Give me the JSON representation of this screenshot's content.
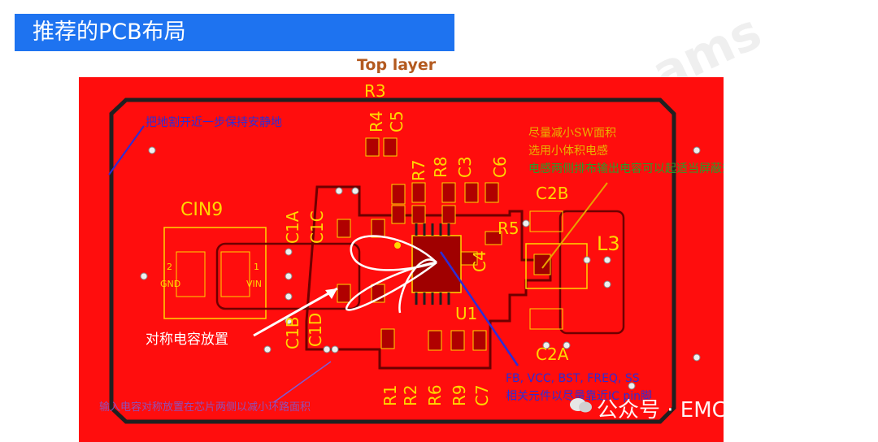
{
  "header": {
    "title": "推荐的PCB布局"
  },
  "layer_label": "Top layer",
  "background_watermark": "ams",
  "watermark": {
    "text": "公众号 · EMC容冠电磁"
  },
  "colors": {
    "board": "#ff0d0d",
    "banner": "#1e73f0",
    "silk": "#ffd700",
    "outline": "#202020",
    "annotation_blue": "#2d2dd6",
    "annotation_green": "#2a9d2a"
  },
  "components": {
    "CIN9": "CIN9",
    "C1A": "C1A",
    "C1C": "C1C",
    "C1B": "C1B",
    "C1D": "C1D",
    "R3": "R3",
    "R4": "R4",
    "C5": "C5",
    "R7": "R7",
    "R8": "R8",
    "C3": "C3",
    "C6": "C6",
    "R5": "R5",
    "C2B": "C2B",
    "C2A": "C2A",
    "L3": "L3",
    "C4": "C4",
    "U1": "U1",
    "R1": "R1",
    "R2": "R2",
    "R6": "R6",
    "R9": "R9",
    "C7": "C7"
  },
  "pads": {
    "pin2": "2",
    "pin1": "1",
    "gnd": "GND",
    "vin": "VIN"
  },
  "annotations": {
    "ground_note": "把地割开近一步保持安静地",
    "sw_line1": "尽量减小SW面积",
    "sw_line2": "选用小体积电感",
    "sw_line3": "电感两侧排布输出电容可以起适当屏蔽效果",
    "symmetric": "对称电容放置",
    "fb_line1": "FB, VCC, BST, FREQ, SS",
    "fb_line2": "相关元件以尽量靠近IC pin脚",
    "bottom_note": "输入电容对称放置在芯片两侧以减小环路面积"
  }
}
